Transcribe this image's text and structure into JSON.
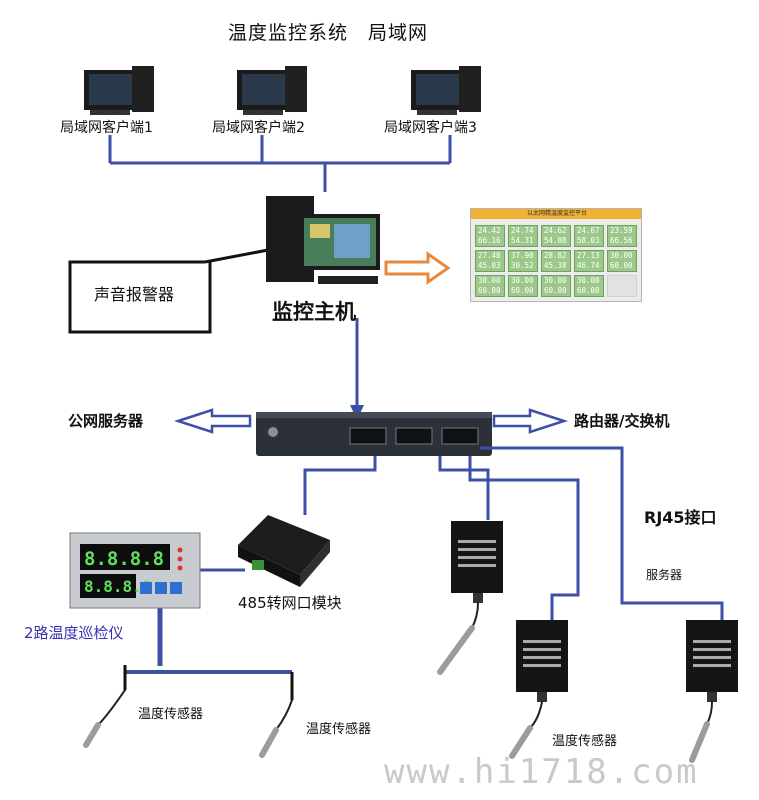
{
  "title": "温度监控系统　局域网",
  "clients": [
    {
      "label": "局域网客户端1"
    },
    {
      "label": "局域网客户端2"
    },
    {
      "label": "局域网客户端3"
    }
  ],
  "monitor_host": "监控主机",
  "sound_alarm": "声音报警器",
  "public_server": "公网服务器",
  "router_switch": "路由器/交换机",
  "rj45": "RJ45接口",
  "server": "服务器",
  "module_485": "485转网口模块",
  "inspector": "2路温度巡检仪",
  "sensor_labels": [
    "温度传感器",
    "温度传感器",
    "温度传感器"
  ],
  "watermark": "www.hi1718.com",
  "panel": {
    "header": "以太网精温度监控平台",
    "tiles": [
      [
        "24.42",
        "66.16"
      ],
      [
        "24.74",
        "54.31"
      ],
      [
        "24.62",
        "54.88"
      ],
      [
        "24.67",
        "58.03"
      ],
      [
        "23.59",
        "66.56"
      ],
      [
        "27.48",
        "45.03"
      ],
      [
        "37.90",
        "30.52"
      ],
      [
        "28.82",
        "45.38"
      ],
      [
        "27.13",
        "46.74"
      ],
      [
        "30.00",
        "60.00"
      ],
      [
        "30.00",
        "60.00"
      ],
      [
        "30.00",
        "60.00"
      ],
      [
        "30.00",
        "60.00"
      ],
      [
        "30.00",
        "60.00"
      ],
      [
        "",
        ""
      ]
    ]
  },
  "colors": {
    "link": "#3e4fa8",
    "arrow": "#e8893c",
    "arrow_blue": "#3e4fa8"
  }
}
